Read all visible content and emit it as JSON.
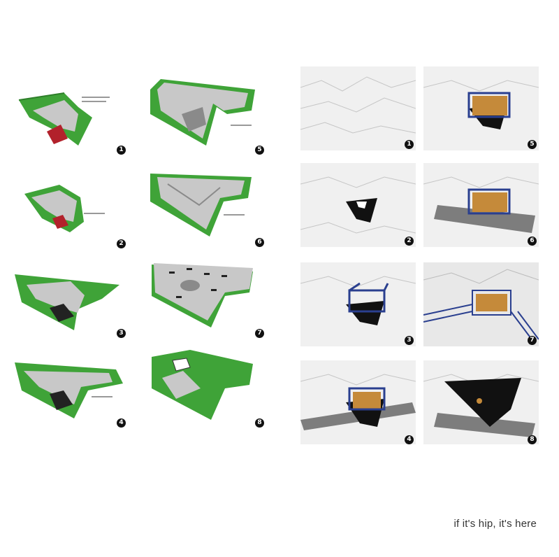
{
  "diagram": {
    "left_steps": [
      "1",
      "2",
      "3",
      "4",
      "5",
      "6",
      "7",
      "8"
    ],
    "right_steps": [
      "1",
      "2",
      "3",
      "4",
      "5",
      "6",
      "7",
      "8"
    ],
    "colors": {
      "green": "#3fa338",
      "green_dark": "#2e7f2a",
      "gray_surface": "#c8c8c8",
      "gray_dark": "#8a8a8a",
      "red_car": "#b2212b",
      "blue_frame": "#2a3f8f",
      "wood": "#c58a3a",
      "terrain": "#f0f0f0",
      "black_shell": "#111111"
    }
  },
  "credit": "if it's hip, it's here"
}
